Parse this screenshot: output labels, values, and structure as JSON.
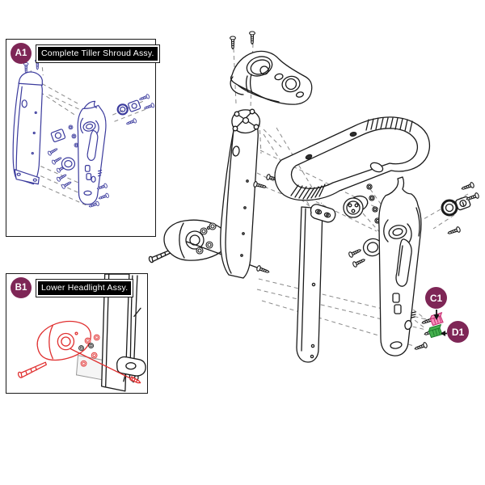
{
  "diagram": {
    "kind": "exploded-parts-diagram",
    "background": "#ffffff"
  },
  "colors": {
    "badge_bg": "#7E2656",
    "badge_text": "#ffffff",
    "label_bg": "#000000",
    "label_text": "#ffffff",
    "line": "#1a1a1a",
    "dash": "#8a8a8a",
    "blue": "#3B3B9D",
    "red": "#E03030",
    "pink": "#F591BC",
    "pink_stroke": "#C2266B",
    "green": "#45B14E",
    "green_stroke": "#1E7A2D"
  },
  "callouts": {
    "a1": {
      "id": "A1",
      "title": "Complete Tiller Shroud Assy."
    },
    "b1": {
      "id": "B1",
      "title": "Lower Headlight Assy."
    },
    "c1": {
      "id": "C1"
    },
    "d1": {
      "id": "D1"
    }
  }
}
